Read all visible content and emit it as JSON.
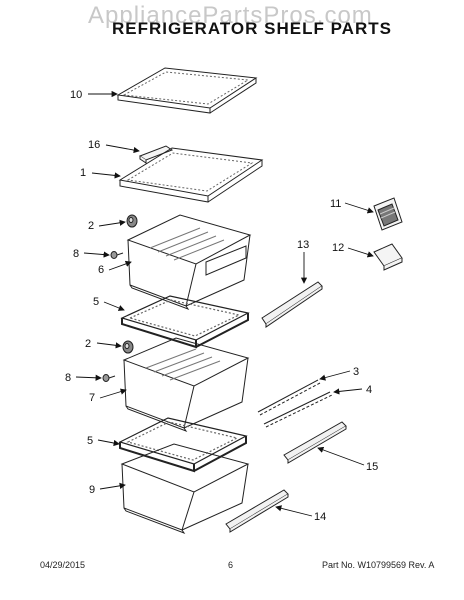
{
  "header": {
    "watermark": "AppliancePartsPros.com",
    "title": "REFRIGERATOR SHELF PARTS"
  },
  "callouts": [
    {
      "id": "c10",
      "label": "10"
    },
    {
      "id": "c16",
      "label": "16"
    },
    {
      "id": "c1",
      "label": "1"
    },
    {
      "id": "c2a",
      "label": "2"
    },
    {
      "id": "c8a",
      "label": "8"
    },
    {
      "id": "c6",
      "label": "6"
    },
    {
      "id": "c5a",
      "label": "5"
    },
    {
      "id": "c2b",
      "label": "2"
    },
    {
      "id": "c8b",
      "label": "8"
    },
    {
      "id": "c7",
      "label": "7"
    },
    {
      "id": "c5b",
      "label": "5"
    },
    {
      "id": "c9",
      "label": "9"
    },
    {
      "id": "c11",
      "label": "11"
    },
    {
      "id": "c12",
      "label": "12"
    },
    {
      "id": "c13",
      "label": "13"
    },
    {
      "id": "c3",
      "label": "3"
    },
    {
      "id": "c4",
      "label": "4"
    },
    {
      "id": "c15",
      "label": "15"
    },
    {
      "id": "c14",
      "label": "14"
    }
  ],
  "footer": {
    "date": "04/29/2015",
    "page": "6",
    "part_no": "Part No. W10799569  Rev. A"
  }
}
